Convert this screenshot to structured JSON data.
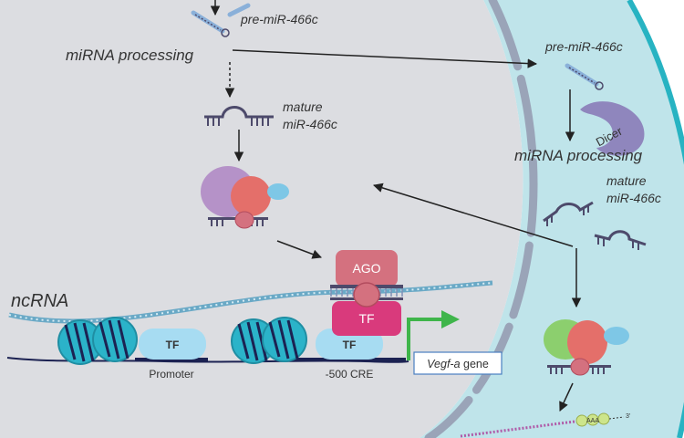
{
  "labels": {
    "pre_mir_nucleus": "pre-miR-466c",
    "mirna_processing_nucleus": "miRNA processing",
    "mature_nucleus_line1": "mature",
    "mature_nucleus_line2": "miR-466c",
    "pre_mir_cytoplasm": "pre-miR-466c",
    "dicer": "Dicer",
    "mirna_processing_cytoplasm": "miRNA processing",
    "mature_cytoplasm_line1": "mature",
    "mature_cytoplasm_line2": "miR-466c",
    "ago": "AGO",
    "tf_complex": "TF",
    "tf_promoter": "TF",
    "tf_cre": "TF",
    "ncrna": "ncRNA",
    "promoter": "Promoter",
    "cre": "-500  CRE",
    "gene_name": "Vegf-a",
    "gene_suffix": " gene",
    "polya": "AAA",
    "three_prime": "3'"
  },
  "colors": {
    "nucleus": "#dcdde1",
    "cytoplasm": "#bfe4ea",
    "cell_edge": "#27b3c2",
    "envelope": "#9aa4b8",
    "nucleosome": "#2bb3c9",
    "ago": "#d4717f",
    "tf_complex": "#d93a7c",
    "tf_light": "#a7dcf2",
    "gene_arrow": "#3fb54b",
    "dicer": "#8f86bd",
    "rna": "#4d4a6b"
  }
}
